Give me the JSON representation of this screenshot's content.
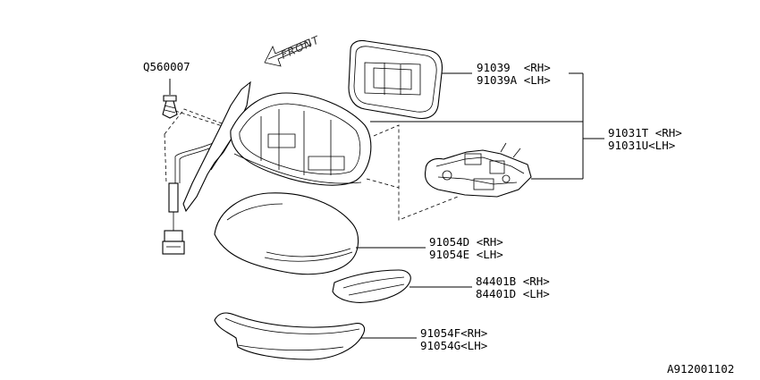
{
  "diagram": {
    "front_label": "FRONT",
    "bolt_part": "Q560007",
    "drawing_number": "A912001102",
    "parts": [
      {
        "number": "91039",
        "variant": "<RH>"
      },
      {
        "number": "91039A",
        "variant": "<LH>"
      },
      {
        "number": "91031T",
        "variant": "<RH>"
      },
      {
        "number": "91031U",
        "variant": "<LH>"
      },
      {
        "number": "91054D",
        "variant": "<RH>"
      },
      {
        "number": "91054E",
        "variant": "<LH>"
      },
      {
        "number": "84401B",
        "variant": "<RH>"
      },
      {
        "number": "84401D",
        "variant": "<LH>"
      },
      {
        "number": "91054F",
        "variant": "<RH>"
      },
      {
        "number": "91054G",
        "variant": "<LH>"
      }
    ]
  }
}
